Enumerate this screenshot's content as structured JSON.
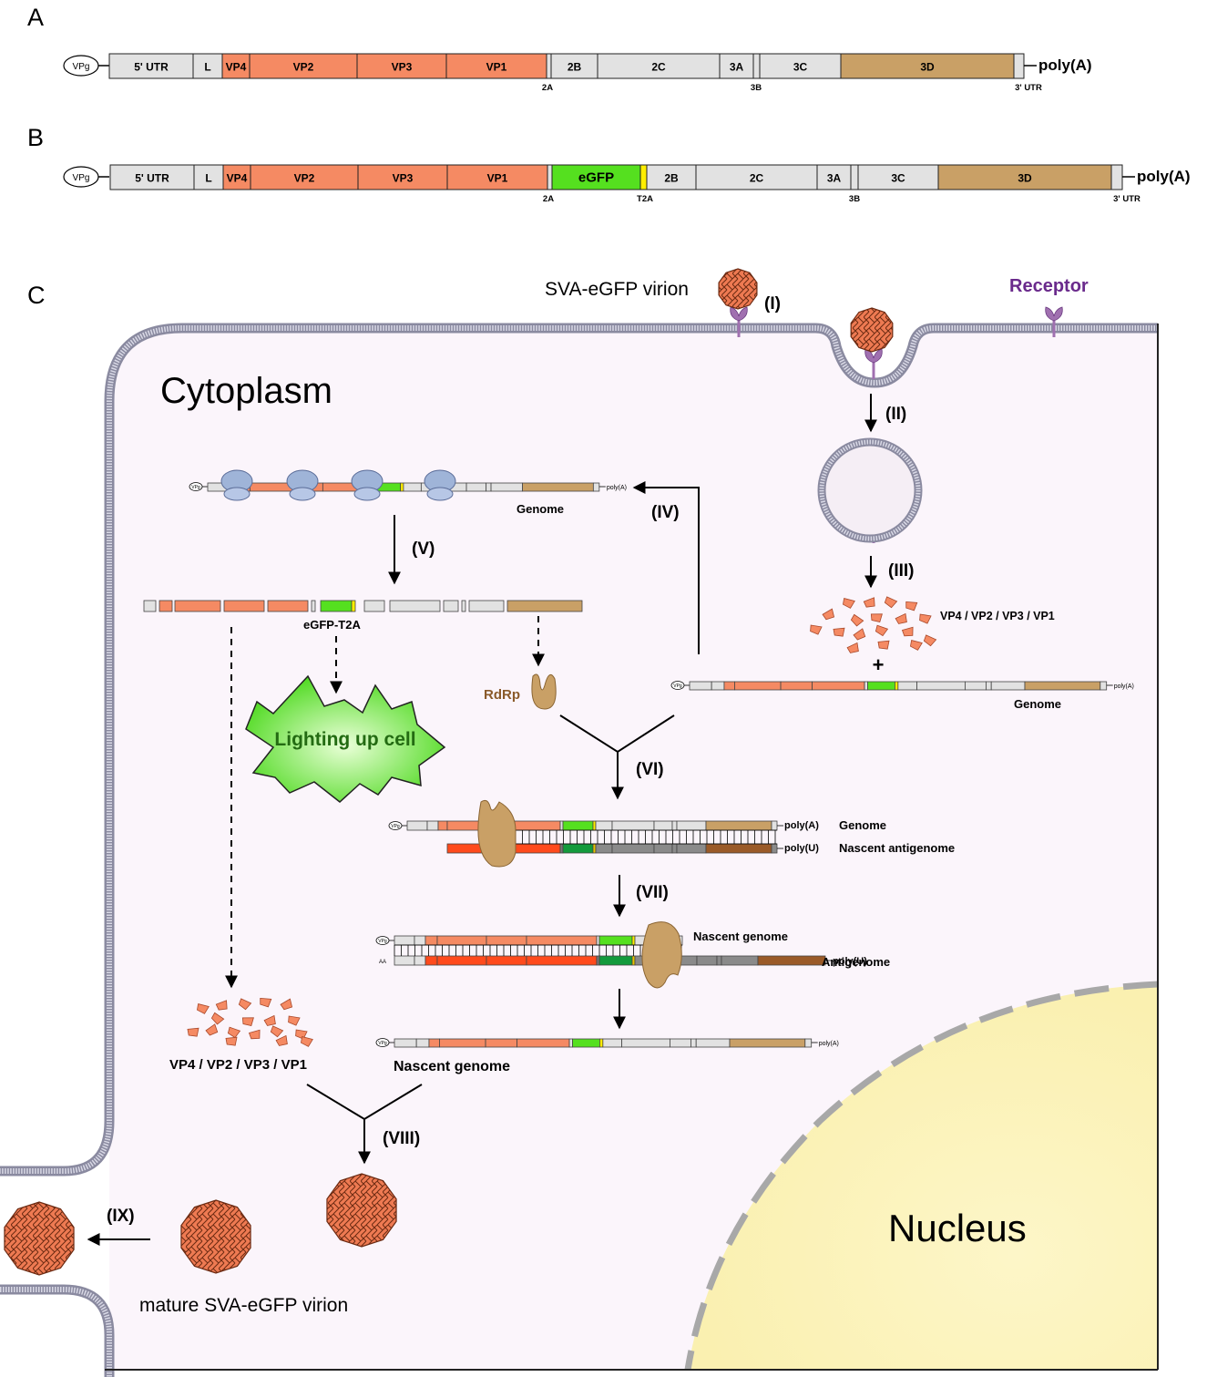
{
  "panel_labels": {
    "a": "A",
    "b": "B",
    "c": "C"
  },
  "genome_a": {
    "vpg": "VPg",
    "segments": [
      "5' UTR",
      "L",
      "VP4",
      "VP2",
      "VP3",
      "VP1",
      "2B",
      "2C",
      "3A",
      "3C",
      "3D"
    ],
    "below": [
      "2A",
      "3B",
      "3' UTR"
    ],
    "polya": "poly(A)"
  },
  "genome_b": {
    "vpg": "VPg",
    "segments": [
      "5' UTR",
      "L",
      "VP4",
      "VP2",
      "VP3",
      "VP1",
      "eGFP",
      "2B",
      "2C",
      "3A",
      "3C",
      "3D"
    ],
    "below": [
      "2A",
      "T2A",
      "3B",
      "3' UTR"
    ],
    "polya": "poly(A)"
  },
  "cell": {
    "virion": "SVA-eGFP virion",
    "receptor": "Receptor",
    "cytoplasm": "Cytoplasm",
    "nucleus": "Nucleus",
    "steps": [
      "(I)",
      "(II)",
      "(III)",
      "(IV)",
      "(V)",
      "(VI)",
      "(VII)",
      "(VIII)",
      "(IX)"
    ],
    "capsid_proteins": "VP4 / VP2 / VP3 / VP1",
    "plus": "+",
    "genome": "Genome",
    "egfp_t2a": "eGFP-T2A",
    "lighting": "Lighting up cell",
    "rdrp": "RdRp",
    "nascent_antigenome": "Nascent antigenome",
    "nascent_genome": "Nascent genome",
    "antigenome": "Antigenome",
    "polya": "poly(A)",
    "polyu": "poly(U)",
    "vpg": "VPg",
    "aa": "AA",
    "mature": "mature SVA-eGFP virion"
  },
  "colors": {
    "grey": "#e2e2e2",
    "capsid": "#f58a63",
    "pol": "#c9a066",
    "egfp": "#55e01f",
    "t2a": "#ffee00",
    "receptor": "#a070b0",
    "receptor_text": "#6a2a8c",
    "rdrp": "#c9a066",
    "rdrp_text": "#8a5a2a",
    "cytoplasm": "#fbf5fb",
    "nucleus": "#fbf3bc"
  }
}
